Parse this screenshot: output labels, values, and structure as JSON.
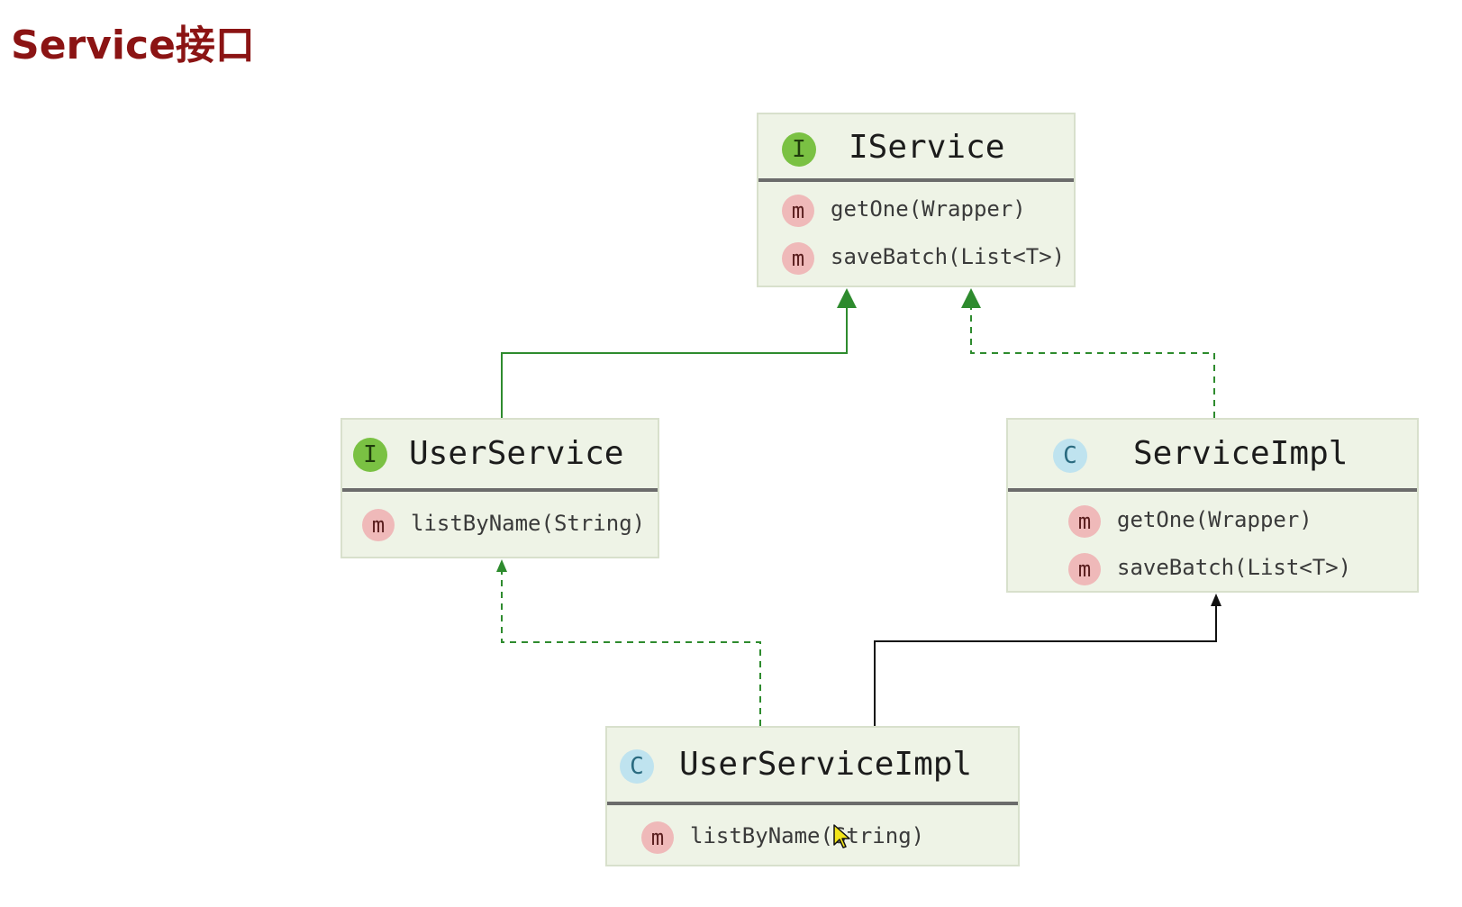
{
  "slide": {
    "title": "Service接口"
  },
  "colors": {
    "title": "#8b1414",
    "box_fill": "#eef3e6",
    "box_border": "#d8e0cc",
    "divider": "#6b6b6b",
    "interface_badge": "#7ac143",
    "class_badge": "#bfe3ef",
    "method_badge": "#efb9b9",
    "green_edge": "#2e8b2e",
    "black_edge": "#111111"
  },
  "diagram": {
    "nodes": {
      "iservice": {
        "kind_icon": "I",
        "kind": "interface",
        "name": "IService",
        "methods": [
          {
            "icon": "m",
            "signature": "getOne(Wrapper)"
          },
          {
            "icon": "m",
            "signature": "saveBatch(List<T>)"
          }
        ]
      },
      "userservice": {
        "kind_icon": "I",
        "kind": "interface",
        "name": "UserService",
        "methods": [
          {
            "icon": "m",
            "signature": "listByName(String)"
          }
        ]
      },
      "serviceimpl": {
        "kind_icon": "C",
        "kind": "class",
        "name": "ServiceImpl",
        "methods": [
          {
            "icon": "m",
            "signature": "getOne(Wrapper)"
          },
          {
            "icon": "m",
            "signature": "saveBatch(List<T>)"
          }
        ]
      },
      "userserviceimpl": {
        "kind_icon": "C",
        "kind": "class",
        "name": "UserServiceImpl",
        "methods": [
          {
            "icon": "m",
            "signature": "listByName(String)"
          }
        ]
      }
    },
    "edges": [
      {
        "from": "userservice",
        "to": "iservice",
        "relation": "extends",
        "style": "solid",
        "color": "green"
      },
      {
        "from": "serviceimpl",
        "to": "iservice",
        "relation": "implements",
        "style": "dashed",
        "color": "green"
      },
      {
        "from": "userserviceimpl",
        "to": "userservice",
        "relation": "implements",
        "style": "dashed",
        "color": "green"
      },
      {
        "from": "userserviceimpl",
        "to": "serviceimpl",
        "relation": "extends",
        "style": "solid",
        "color": "black"
      }
    ]
  },
  "icons": {
    "cursor": "mouse-pointer-icon"
  }
}
